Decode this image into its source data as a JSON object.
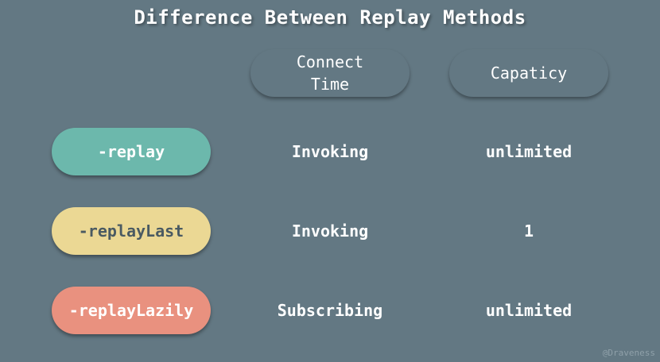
{
  "title": "Difference Between Replay Methods",
  "columns": {
    "connect_time": "Connect\nTime",
    "capacity": "Capaticy"
  },
  "rows": [
    {
      "method": "-replay",
      "connect_time": "Invoking",
      "capacity": "unlimited",
      "color": "#6cb8ac",
      "text_color": "#ffffff"
    },
    {
      "method": "-replayLast",
      "connect_time": "Invoking",
      "capacity": "1",
      "color": "#ebd894",
      "text_color": "#4a5a62"
    },
    {
      "method": "-replayLazily",
      "connect_time": "Subscribing",
      "capacity": "unlimited",
      "color": "#e9917f",
      "text_color": "#ffffff"
    }
  ],
  "watermark": "@Draveness",
  "colors": {
    "background": "#637883"
  }
}
